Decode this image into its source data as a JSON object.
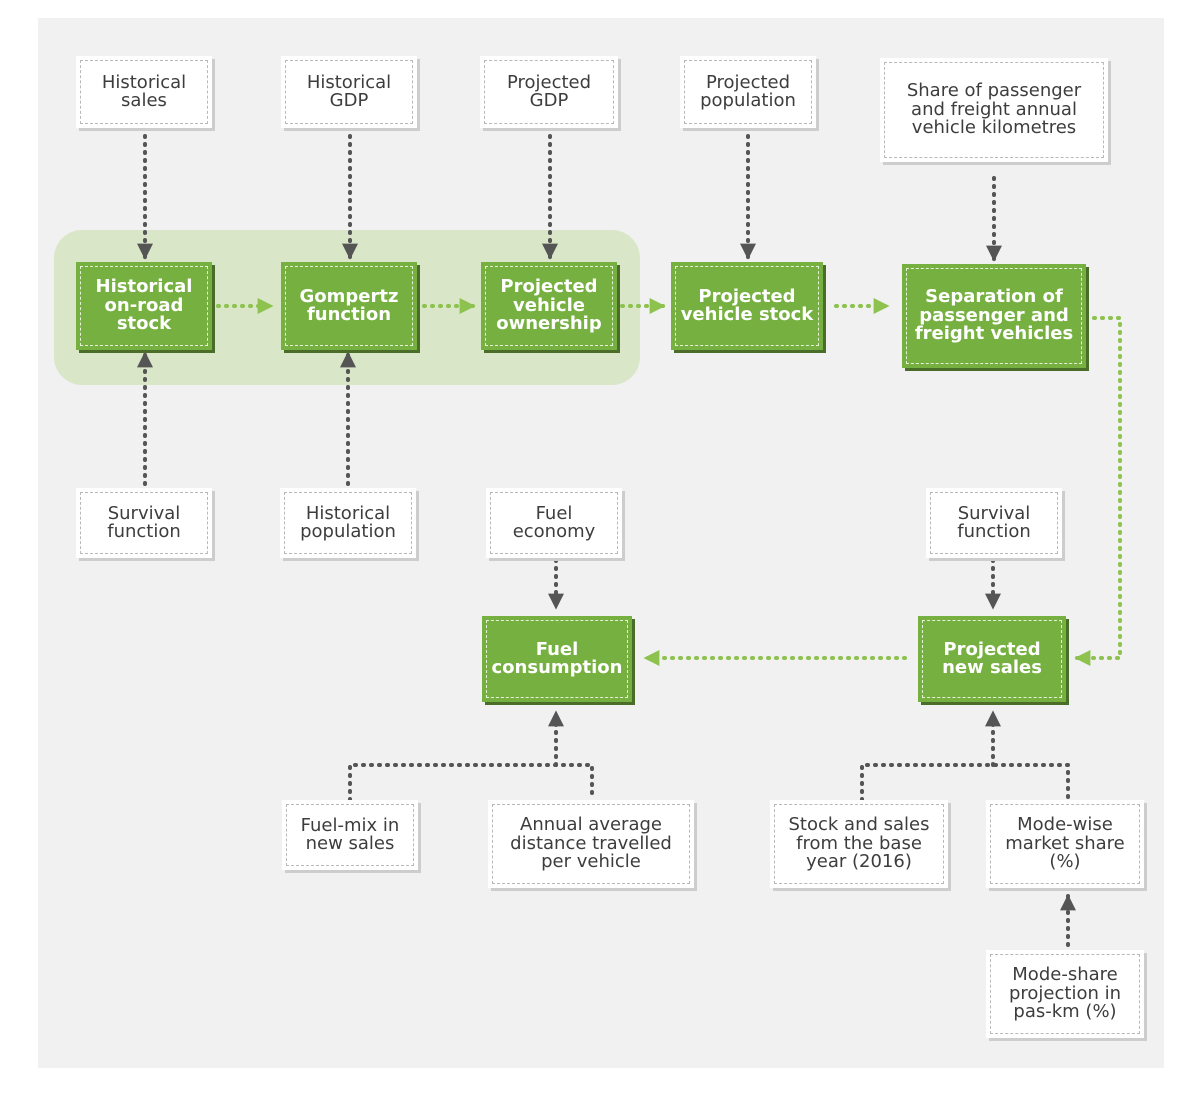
{
  "diagram": {
    "nodes": {
      "historical_sales": "Historical\nsales",
      "historical_gdp": "Historical\nGDP",
      "projected_gdp": "Projected\nGDP",
      "projected_population": "Projected\npopulation",
      "share_pax_freight_vkm": "Share of passenger\nand freight annual\nvehicle kilometres",
      "historical_onroad_stock": "Historical\non-road\nstock",
      "gompertz_function": "Gompertz\nfunction",
      "projected_vehicle_ownership": "Projected\nvehicle\nownership",
      "projected_vehicle_stock": "Projected\nvehicle stock",
      "separation_pax_freight": "Separation of\npassenger and\nfreight vehicles",
      "survival_function_left": "Survival\nfunction",
      "historical_population": "Historical\npopulation",
      "fuel_economy": "Fuel\neconomy",
      "survival_function_right": "Survival\nfunction",
      "fuel_consumption": "Fuel\nconsumption",
      "projected_new_sales": "Projected\nnew sales",
      "fuel_mix_new_sales": "Fuel-mix in\nnew sales",
      "annual_avg_distance": "Annual average\ndistance travelled\nper vehicle",
      "stock_sales_base_year": "Stock and sales\nfrom the base\nyear (2016)",
      "mode_wise_market_share": "Mode-wise\nmarket share\n(%)",
      "mode_share_projection": "Mode-share\nprojection in\npas-km (%)"
    },
    "colors": {
      "process_fill": "#76b040",
      "input_fill": "#ffffff",
      "group_fill": "#d9e6c8",
      "green_arrow": "#8ec24f",
      "gray_arrow": "#555555"
    }
  }
}
